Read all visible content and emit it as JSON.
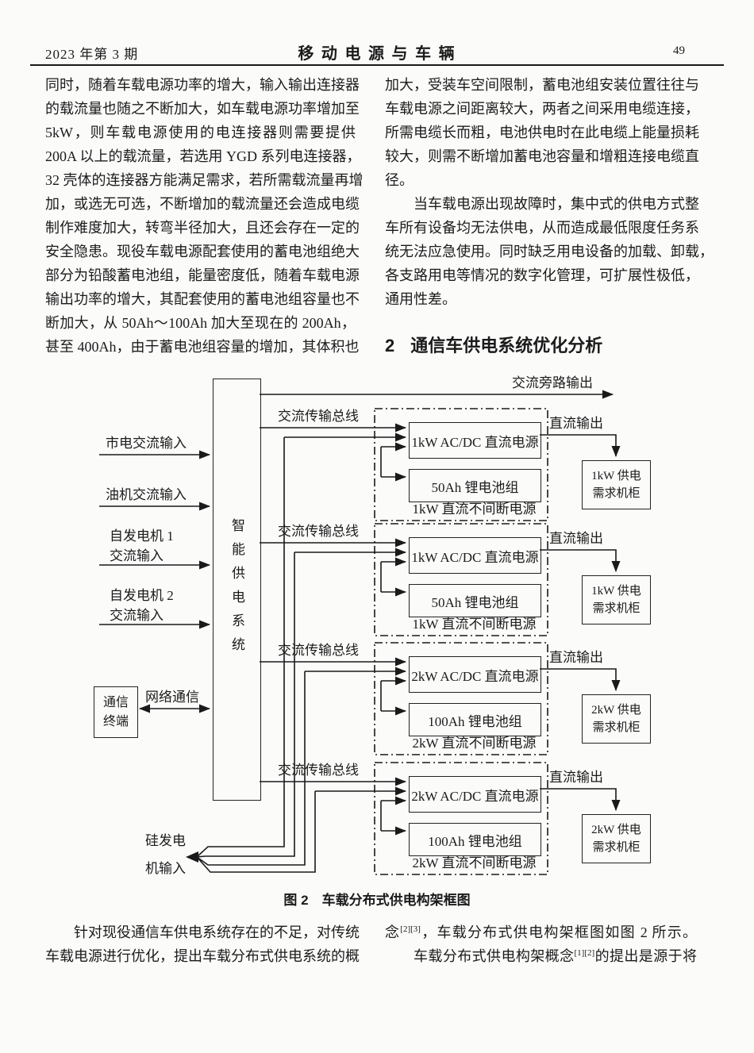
{
  "header": {
    "issue": "2023 年第 3 期",
    "journal": "移 动 电 源 与 车 辆",
    "page_no": "49"
  },
  "left_column": {
    "lines": [
      "同时，随着车载电源功率的增大，输入输出连接器",
      "的载流量也随之不断加大，如车载电源功率增加至",
      "5kW，则车载电源使用的电连接器则需要提供",
      "200A 以上的载流量，若选用 YGD 系列电连接器，",
      "32 壳体的连接器方能满足需求，若所需载流量再增",
      "加，或选无可选，不断增加的载流量还会造成电缆",
      "制作难度加大，转弯半径加大，且还会存在一定的",
      "安全隐患。现役车载电源配套使用的蓄电池组绝大",
      "部分为铅酸蓄电池组，能量密度低，随着车载电源",
      "输出功率的增大，其配套使用的蓄电池组容量也不",
      "断加大，从 50Ah～100Ah 加大至现在的 200Ah，",
      "甚至 400Ah，由于蓄电池组容量的增加，其体积也"
    ]
  },
  "right_column": {
    "lines": [
      "加大，受装车空间限制，蓄电池组安装位置往往与",
      "车载电源之间距离较大，两者之间采用电缆连接，",
      "所需电缆长而粗，电池供电时在此电缆上能量损耗",
      "较大，则需不断增加蓄电池容量和增粗连接电缆直",
      "径。",
      "当车载电源出现故障时，集中式的供电方式整",
      "车所有设备均无法供电，从而造成最低限度任务系",
      "统无法应急使用。同时缺乏用电设备的加载、卸载，",
      "各支路用电等情况的数字化管理，可扩展性极低，",
      "通用性差。"
    ],
    "heading_num": "2",
    "heading_text": "通信车供电系统优化分析"
  },
  "diagram": {
    "controller": "智能供电系统",
    "bypass_label": "交流旁路输出",
    "bus_label": "交流传输总线",
    "dc_output_label": "直流输出",
    "network_label": "网络通信",
    "inputs": {
      "mains": "市电交流输入",
      "diesel": "油机交流输入",
      "gen1_line1": "自发电机 1",
      "gen1_line2": "交流输入",
      "gen2_line1": "自发电机 2",
      "gen2_line2": "交流输入"
    },
    "comm_terminal": {
      "line1": "通信",
      "line2": "终端"
    },
    "silicon_generator": {
      "line1": "硅发电",
      "line2": "机输入"
    },
    "groups": [
      {
        "acdc": "1kW AC/DC 直流电源",
        "battery": "50Ah 锂电池组",
        "ups": "1kW 直流不间断电源",
        "cabinet_line1": "1kW 供电",
        "cabinet_line2": "需求机柜"
      },
      {
        "acdc": "1kW AC/DC 直流电源",
        "battery": "50Ah 锂电池组",
        "ups": "1kW 直流不间断电源",
        "cabinet_line1": "1kW 供电",
        "cabinet_line2": "需求机柜"
      },
      {
        "acdc": "2kW AC/DC 直流电源",
        "battery": "100Ah 锂电池组",
        "ups": "2kW 直流不间断电源",
        "cabinet_line1": "2kW 供电",
        "cabinet_line2": "需求机柜"
      },
      {
        "acdc": "2kW AC/DC 直流电源",
        "battery": "100Ah 锂电池组",
        "ups": "2kW 直流不间断电源",
        "cabinet_line1": "2kW 供电",
        "cabinet_line2": "需求机柜"
      }
    ],
    "caption": "图 2　车载分布式供电构架框图"
  },
  "bottom": {
    "left_lines": [
      "针对现役通信车供电系统存在的不足，对传统",
      "车载电源进行优化，提出车载分布式供电系统的概"
    ],
    "right_line1": {
      "pre": "念",
      "sup": "[2][3]",
      "post": "，车载分布式供电构架框图如图 2 所示。"
    },
    "right_line2": {
      "pre": "车载分布式供电构架概念",
      "sup": "[1][2]",
      "post": "的提出是源于将"
    }
  }
}
